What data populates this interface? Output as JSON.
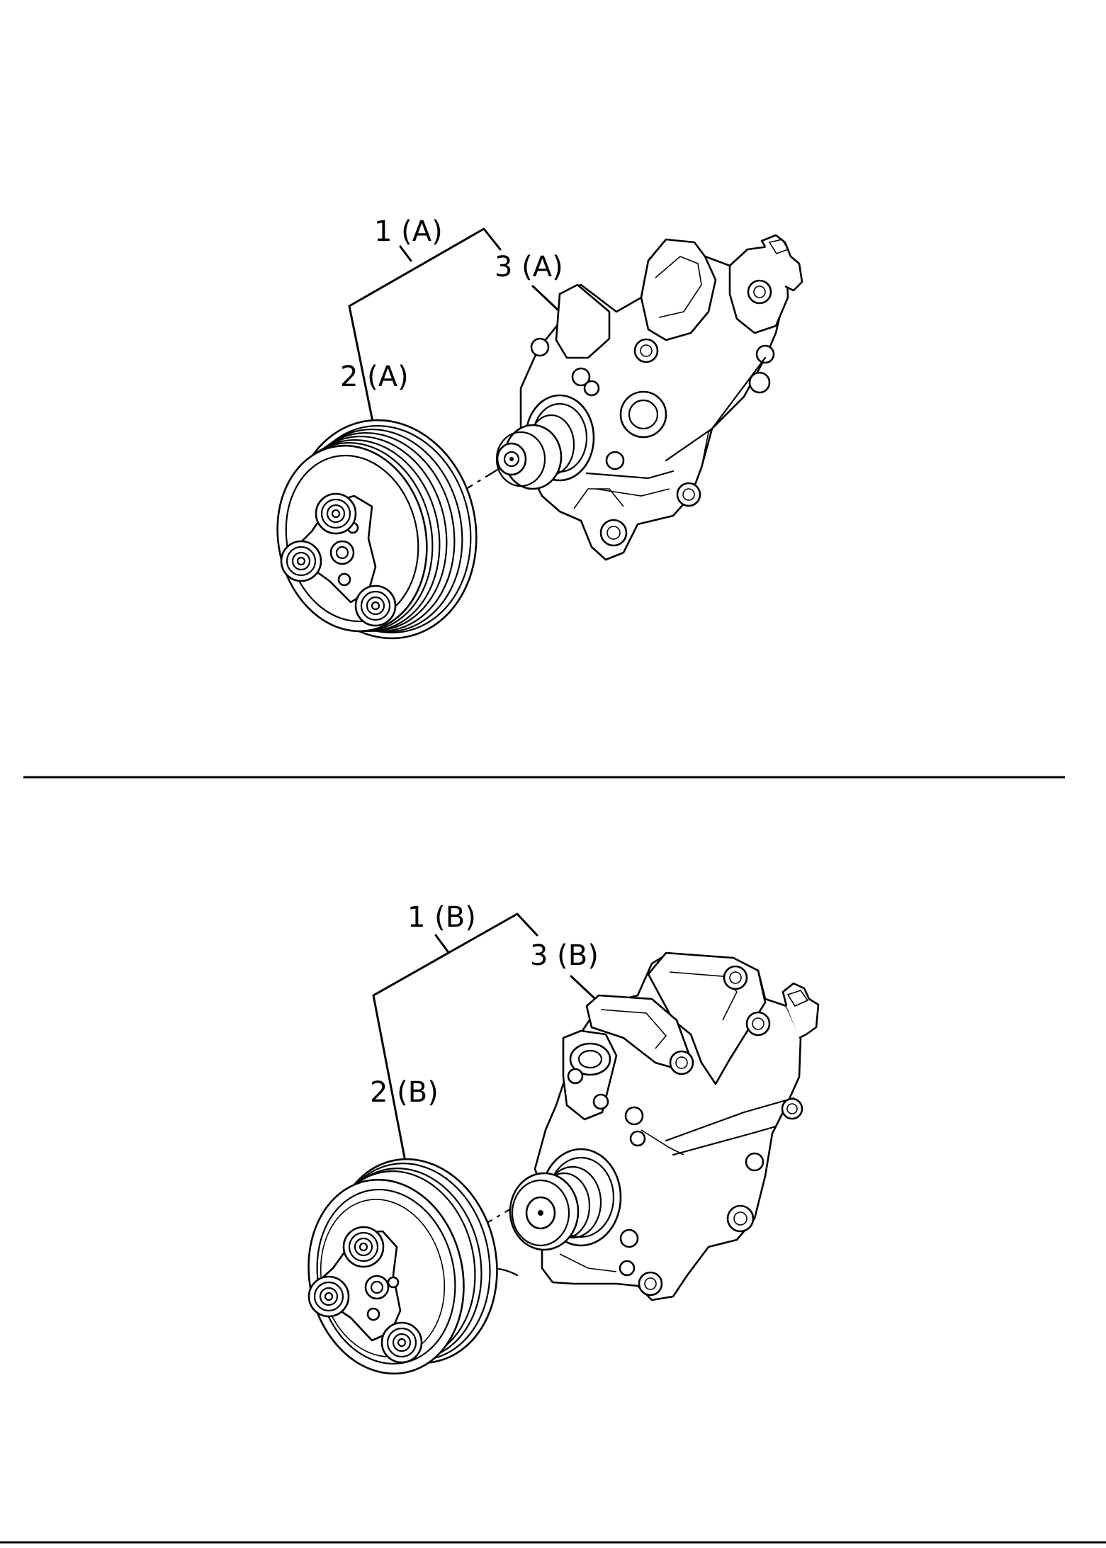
{
  "panel_a": {
    "label_assembly": "1 (A)",
    "label_pulley": "2 (A)",
    "label_compressor": "3 (A)"
  },
  "panel_b": {
    "label_assembly": "1 (B)",
    "label_pulley": "2 (B)",
    "label_compressor": "3 (B)"
  }
}
